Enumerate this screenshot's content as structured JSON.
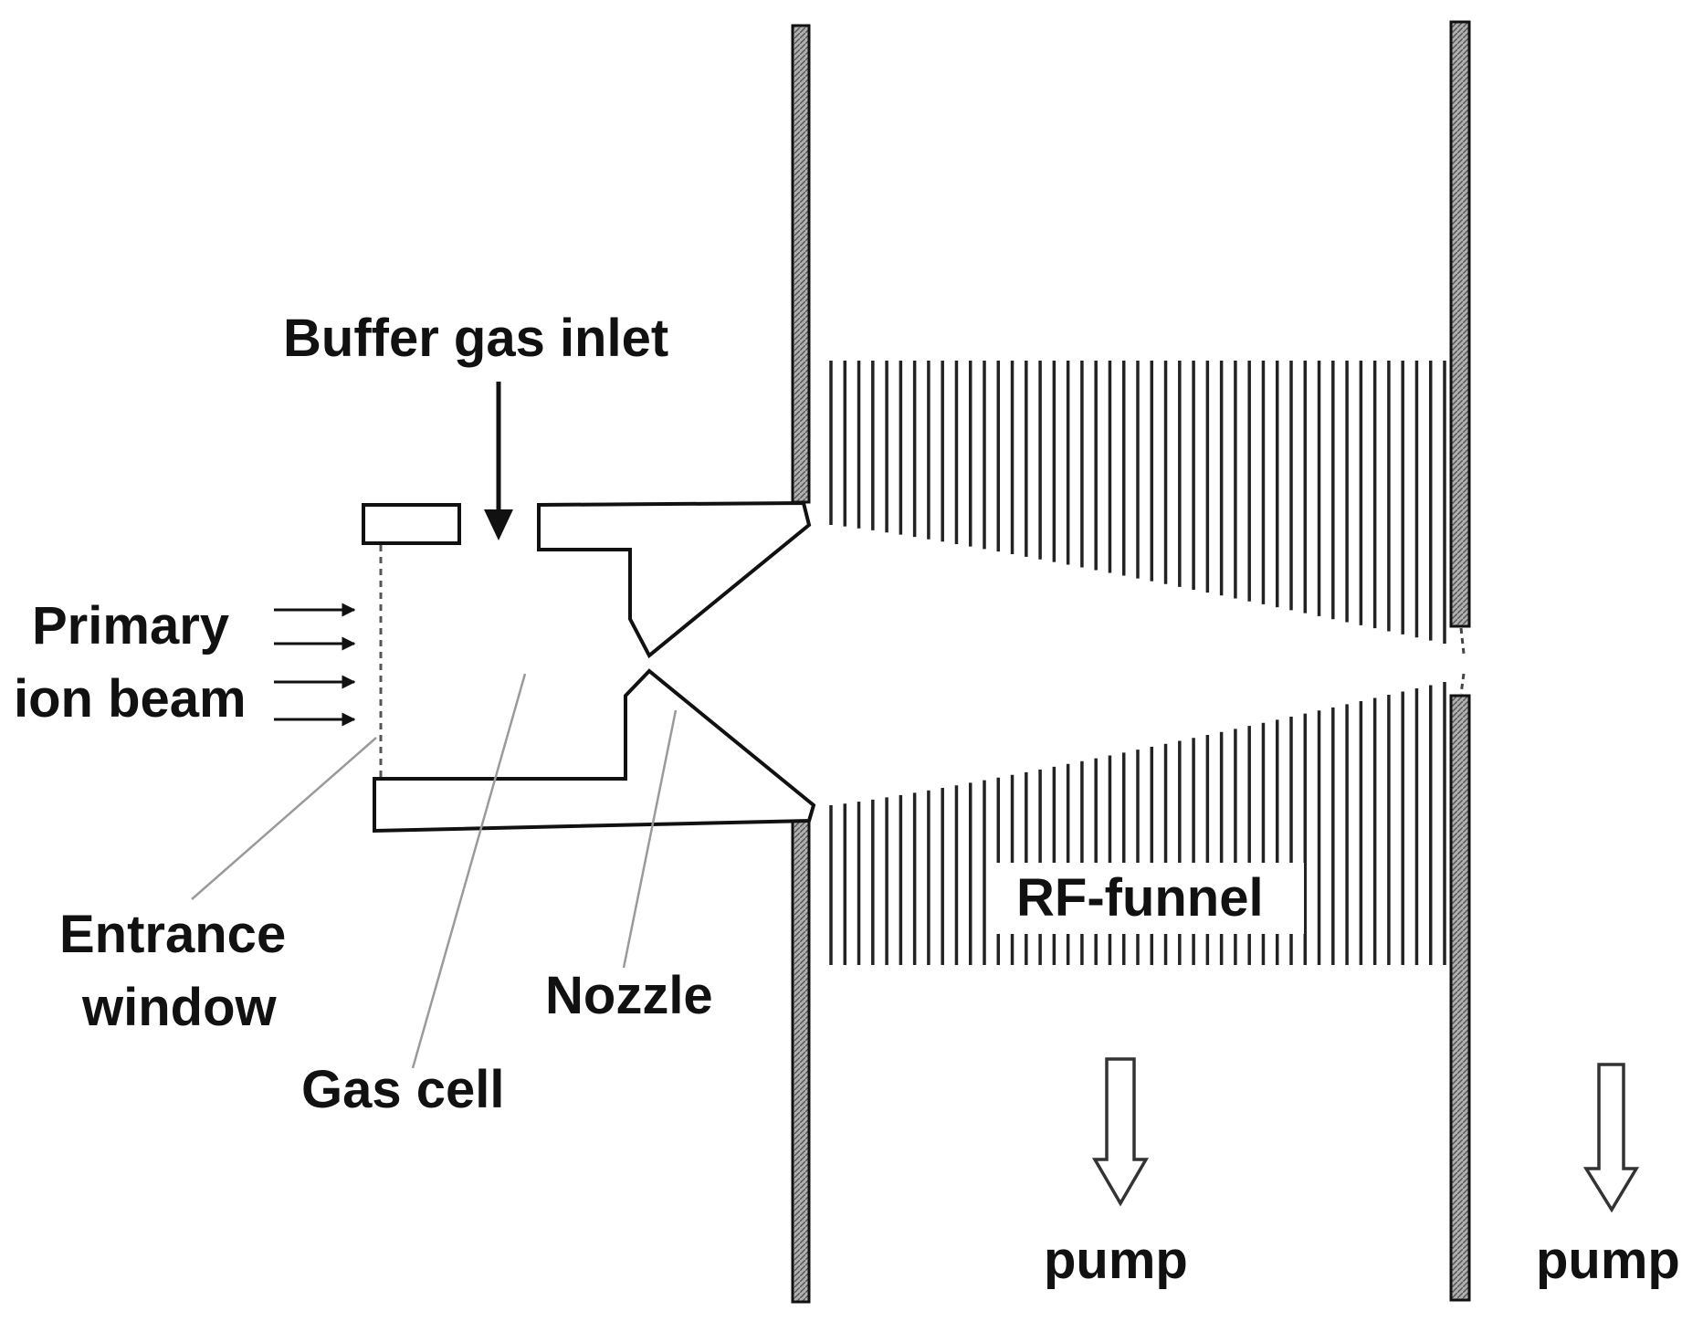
{
  "labels": {
    "buffer_gas_inlet": "Buffer gas inlet",
    "primary_line1": "Primary",
    "primary_line2": "ion beam",
    "entrance_line1": "Entrance",
    "entrance_line2": "window",
    "gas_cell": "Gas cell",
    "nozzle": "Nozzle",
    "rf_funnel": "RF-funnel",
    "pump_left": "pump",
    "pump_right": "pump"
  },
  "colors": {
    "stroke": "#111111",
    "leader": "#9a9a9a",
    "wall_fill": "#8c8c8c"
  }
}
